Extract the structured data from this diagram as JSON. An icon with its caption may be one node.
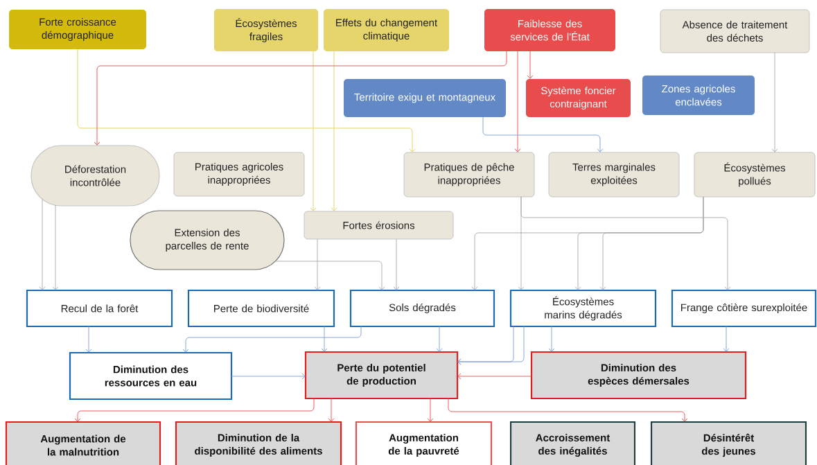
{
  "diagram": {
    "nodes": [
      {
        "text": [
          "Forte croissance démographique"
        ]
      },
      {
        "text": [
          "Écosystèmes fragiles"
        ]
      },
      {
        "text": [
          "Effets du changement climatique"
        ]
      },
      {
        "text": [
          "Faiblesse des services de l'État"
        ]
      },
      {
        "text": [
          "Absence de traitement des déchets"
        ]
      },
      {
        "text": [
          "Territoire exigu et montagneux"
        ]
      },
      {
        "text": [
          "Système foncier contraignant"
        ]
      },
      {
        "text": [
          "Zones agricoles enclavées"
        ]
      },
      {
        "text": [
          "Déforestation incontrôlée"
        ]
      },
      {
        "text": [
          "Pratiques agricoles inappropriées"
        ]
      },
      {
        "text": [
          "Pratiques de pêche inappropriées"
        ]
      },
      {
        "text": [
          "Terres marginales exploitées"
        ]
      },
      {
        "text": [
          "Écosystèmes pollués"
        ]
      },
      {
        "text": [
          "Extension des parcelles de rente"
        ]
      },
      {
        "text": [
          "Fortes érosions"
        ]
      },
      {
        "text": [
          "Recul de la forêt"
        ]
      },
      {
        "text": [
          "Perte de biodiversité"
        ]
      },
      {
        "text": [
          "Sols dégradés"
        ]
      },
      {
        "text": [
          "Écosystèmes marins dégradés"
        ]
      },
      {
        "text": [
          "Frange côtière surexploitée"
        ]
      },
      {
        "text": [
          "Diminution des ressources en eau"
        ]
      },
      {
        "text": [
          "Perte du potentiel de production"
        ]
      },
      {
        "text": [
          "Diminution des espèces démersales"
        ]
      },
      {
        "text": [
          "Augmentation de la malnutrition"
        ]
      },
      {
        "text": [
          "Diminution de la disponibilité des aliments"
        ]
      },
      {
        "text": [
          "Augmentation de la pauvreté"
        ]
      },
      {
        "text": [
          "Accroissement des inégalités"
        ]
      },
      {
        "text": [
          "Désintérêt des jeunes"
        ]
      }
    ],
    "edges": [
      {
        "from": 0,
        "to": 10,
        "arrow": "to",
        "color": "#e0cf5a"
      },
      {
        "from": 1,
        "to": 14,
        "arrow": "to",
        "color": "#e0cf5a"
      },
      {
        "from": 2,
        "to": 14,
        "arrow": "to",
        "color": "#e0cf5a"
      },
      {
        "from": 3,
        "to": 8,
        "arrow": "to",
        "color": "#e84c4c"
      },
      {
        "from": 3,
        "to": 6,
        "arrow": "to",
        "color": "#e84c4c"
      },
      {
        "from": 3,
        "to": 10,
        "arrow": "to",
        "color": "#e84c4c"
      },
      {
        "from": 4,
        "to": 12,
        "arrow": "to"
      },
      {
        "from": 5,
        "to": 11,
        "arrow": "to",
        "color": "#7a9bd6"
      },
      {
        "from": 8,
        "to": 15,
        "arrow": "to"
      },
      {
        "from": 8,
        "to": 15,
        "arrow": "to"
      },
      {
        "from": 13,
        "to": 17,
        "arrow": "to"
      },
      {
        "from": 14,
        "to": 16,
        "arrow": "to"
      },
      {
        "from": 14,
        "to": 17,
        "arrow": "to"
      },
      {
        "from": 10,
        "to": 18,
        "arrow": "to"
      },
      {
        "from": 10,
        "to": 19,
        "arrow": "to"
      },
      {
        "from": 12,
        "to": 17,
        "arrow": "to"
      },
      {
        "from": 12,
        "to": 18,
        "arrow": "to"
      },
      {
        "from": 12,
        "to": 18,
        "arrow": "to"
      },
      {
        "from": 15,
        "to": 20,
        "arrow": "to",
        "color": "#7a9bd6"
      },
      {
        "from": 17,
        "to": 20,
        "arrow": "to",
        "color": "#7a9bd6"
      },
      {
        "from": 16,
        "to": 21,
        "arrow": "to",
        "color": "#7a9bd6"
      },
      {
        "from": 17,
        "to": 21,
        "arrow": "to",
        "color": "#7a9bd6"
      },
      {
        "from": 18,
        "to": 21,
        "arrow": "to",
        "color": "#7a9bd6"
      },
      {
        "from": 18,
        "to": 21,
        "arrow": "to",
        "color": "#7a9bd6"
      },
      {
        "from": 18,
        "to": 22,
        "arrow": "to",
        "color": "#7a9bd6"
      },
      {
        "from": 19,
        "to": 22,
        "arrow": "to",
        "color": "#7a9bd6"
      },
      {
        "from": 20,
        "to": 21,
        "arrow": "to",
        "color": "#7a9bd6"
      },
      {
        "from": 22,
        "to": 21,
        "arrow": "to",
        "color": "#e84c4c"
      },
      {
        "from": 21,
        "to": 23,
        "arrow": "to",
        "color": "#e84c4c"
      },
      {
        "from": 21,
        "to": 24,
        "arrow": "to",
        "color": "#e84c4c"
      },
      {
        "from": 21,
        "to": 25,
        "arrow": "to",
        "color": "#e84c4c"
      },
      {
        "from": 21,
        "to": 27,
        "arrow": "to",
        "color": "#e84c4c"
      }
    ]
  }
}
